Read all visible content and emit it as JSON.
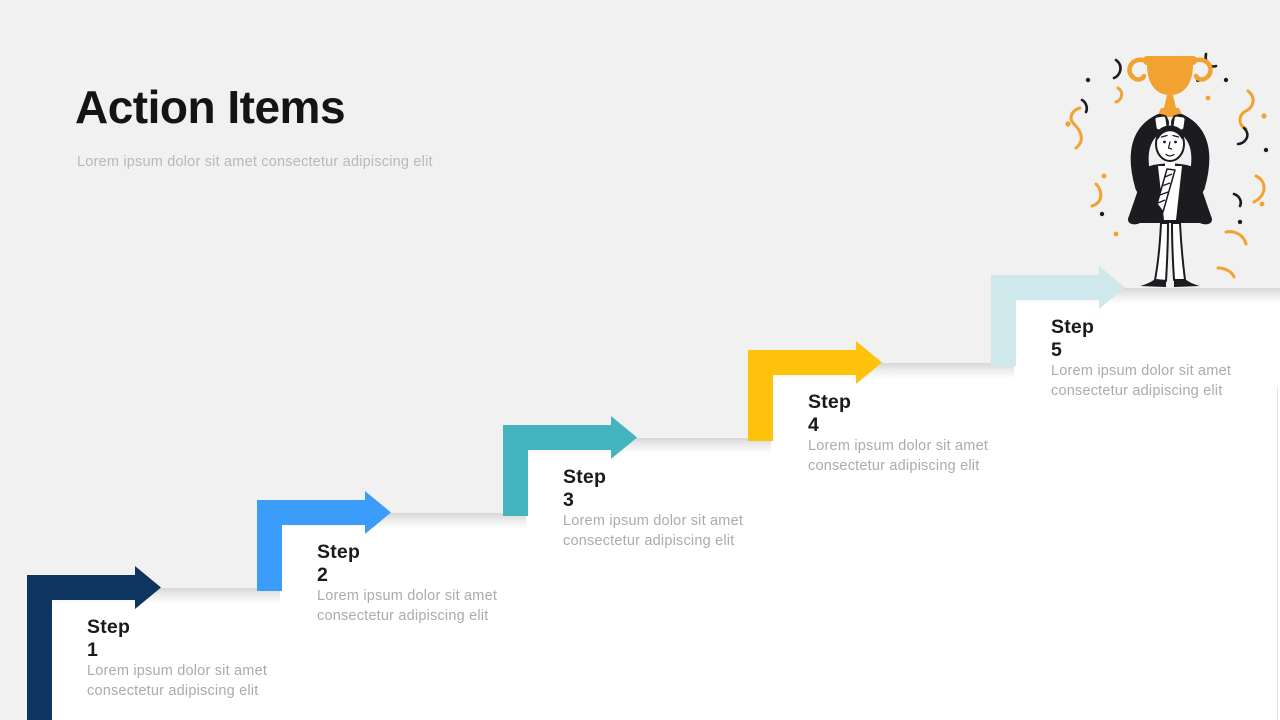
{
  "slide": {
    "title": "Action Items",
    "subtitle": "Lorem ipsum dolor sit amet consectetur adipiscing elit"
  },
  "steps": [
    {
      "label": "Step 1",
      "description": "Lorem ipsum dolor sit amet consectetur adipiscing elit",
      "arrow_color": "#0e3560"
    },
    {
      "label": "Step 2",
      "description": "Lorem ipsum dolor sit amet consectetur adipiscing elit",
      "arrow_color": "#3b9cfa"
    },
    {
      "label": "Step 3",
      "description": "Lorem ipsum dolor sit amet consectetur adipiscing elit",
      "arrow_color": "#44b5bf"
    },
    {
      "label": "Step 4",
      "description": "Lorem ipsum dolor sit amet consectetur adipiscing elit",
      "arrow_color": "#ffc20a"
    },
    {
      "label": "Step 5",
      "description": "Lorem ipsum dolor sit amet consectetur adipiscing elit",
      "arrow_color": "#cee8ec"
    }
  ],
  "illustration": {
    "name": "celebrating man holding trophy with confetti",
    "trophy_color": "#f2a230",
    "suit_color": "#1b1b20",
    "confetti_colors": [
      "#f2a230",
      "#1b1b20"
    ]
  },
  "colors": {
    "background": "#f1f1f2",
    "platform": "#ffffff",
    "step_edge_shadow": "#d7d7d7",
    "title_text": "#141414",
    "muted_text": "#ababab"
  }
}
